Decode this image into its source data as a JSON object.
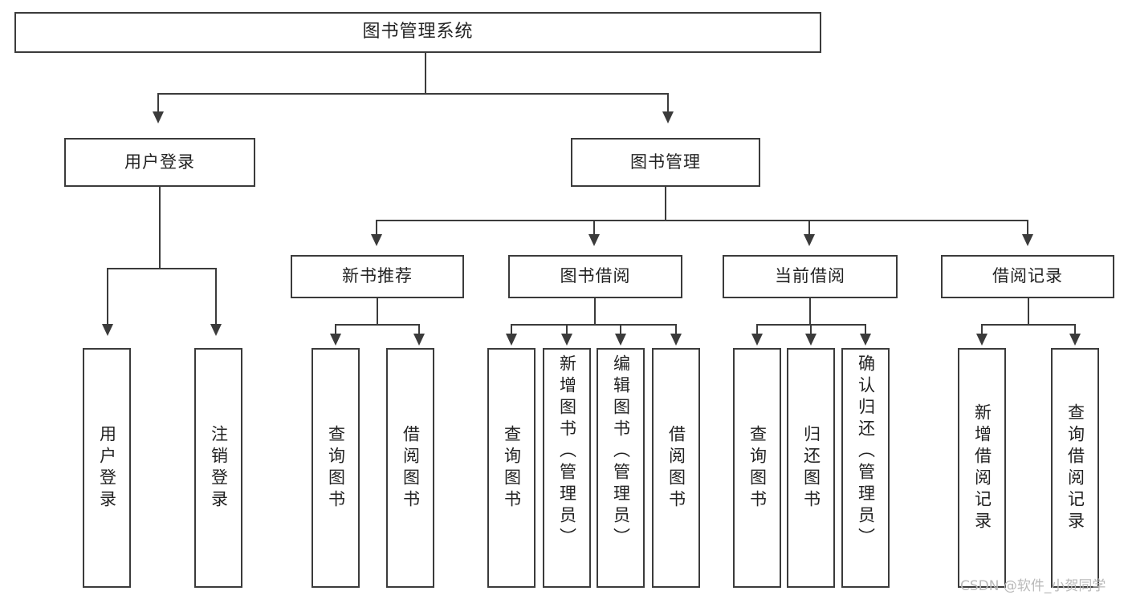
{
  "diagram": {
    "title": "图书管理系统",
    "type": "tree",
    "watermark": "CSDN @软件_小贺同学",
    "colors": {
      "stroke": "#3b3b3b",
      "fill": "#ffffff",
      "text": "#222222",
      "watermark": "#b9b9b9"
    },
    "nodes": {
      "root": {
        "label": "图书管理系统"
      },
      "level2": [
        {
          "label": "用户登录"
        },
        {
          "label": "图书管理"
        }
      ],
      "level3": [
        {
          "label": "新书推荐"
        },
        {
          "label": "图书借阅"
        },
        {
          "label": "当前借阅"
        },
        {
          "label": "借阅记录"
        }
      ],
      "leaves": {
        "user_login": [
          {
            "label": "用户登录"
          },
          {
            "label": "注销登录"
          }
        ],
        "new_book_recommend": [
          {
            "label": "查询图书"
          },
          {
            "label": "借阅图书"
          }
        ],
        "book_borrow": [
          {
            "label": "查询图书"
          },
          {
            "label": "新增图书（管理员）"
          },
          {
            "label": "编辑图书（管理员）"
          },
          {
            "label": "借阅图书"
          }
        ],
        "current_borrow": [
          {
            "label": "查询图书"
          },
          {
            "label": "归还图书"
          },
          {
            "label": "确认归还（管理员）"
          }
        ],
        "borrow_record": [
          {
            "label": "新增借阅记录"
          },
          {
            "label": "查询借阅记录"
          }
        ]
      }
    }
  }
}
